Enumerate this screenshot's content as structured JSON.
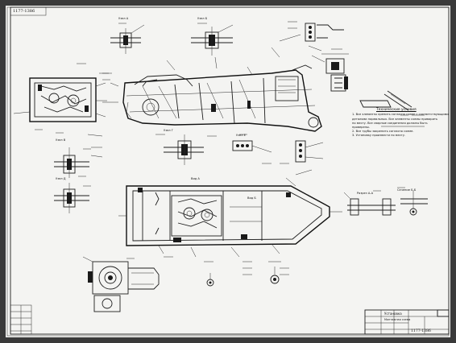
{
  "sheet": {
    "top_stamp": "1177-1386",
    "bottom_stamp": "1177-1386"
  },
  "notes": {
    "title": "Технические условия",
    "lines": [
      "1. Все элементы крепить согласно схеме с соответствующими",
      "деталями нормальных. Все элементы схемы приварить",
      "по месту. Все сварные соединения должны быть",
      "проверены.",
      "2. Все трубы закрепить согласно схеме.",
      "3. Установку произвести по месту."
    ]
  },
  "labels": [
    "Узел А",
    "Узел Б",
    "Узел В",
    "Узел Г",
    "Узел Д",
    "Узел Е",
    "Вид А",
    "Вид Б",
    "Разрез А-А",
    "Сечение Б-Б"
  ],
  "title_block": {
    "name": "Установка",
    "subtitle": "Монтажная схема",
    "sheet_no": "1177-1386"
  },
  "icons": [
    "bolt-icon",
    "clamp-icon"
  ]
}
